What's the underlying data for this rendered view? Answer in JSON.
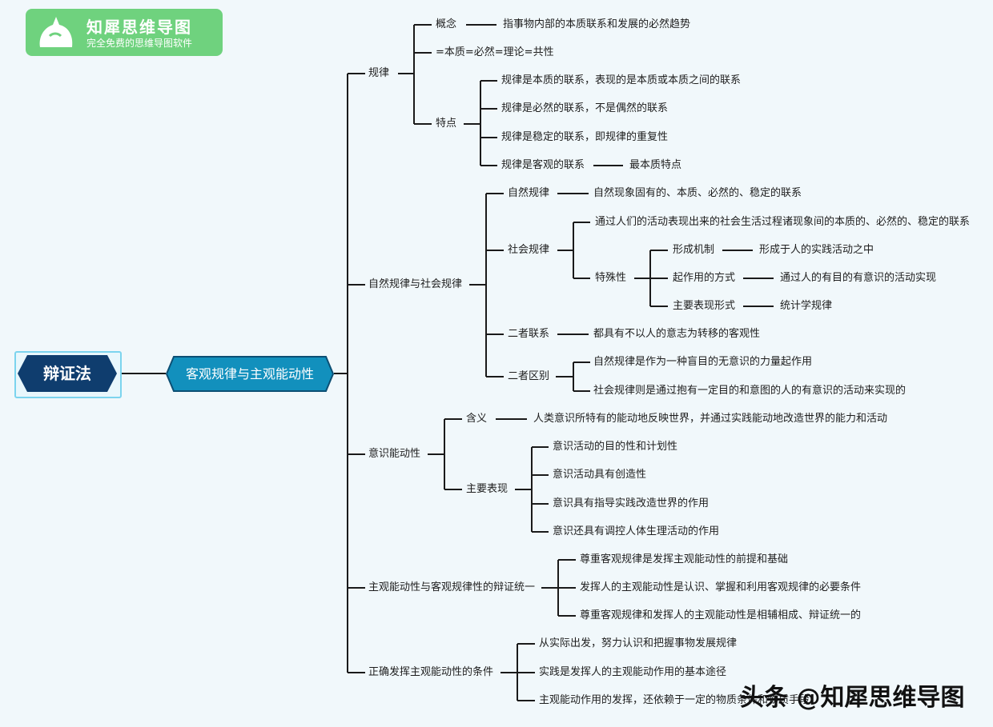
{
  "logo": {
    "title": "知犀思维导图",
    "subtitle": "完全免费的思维导图软件"
  },
  "root": {
    "label": "辩证法"
  },
  "main": {
    "label": "客观规律与主观能动性"
  },
  "b1": {
    "label": "规律",
    "concept": {
      "label": "概念",
      "text": "指事物内部的本质联系和发展的必然趋势"
    },
    "equation": "=本质=必然=理论=共性",
    "features": {
      "label": "特点",
      "items": [
        "规律是本质的联系，表现的是本质或本质之间的联系",
        "规律是必然的联系，不是偶然的联系",
        "规律是稳定的联系，即规律的重复性",
        "规律是客观的联系"
      ],
      "note": "最本质特点"
    }
  },
  "b2": {
    "label": "自然规律与社会规律",
    "natural": {
      "label": "自然规律",
      "text": "自然现象固有的、本质、必然的、稳定的联系"
    },
    "social": {
      "label": "社会规律",
      "text": "通过人们的活动表现出来的社会生活过程诸现象间的本质的、必然的、稳定的联系",
      "special": {
        "label": "特殊性",
        "items": [
          {
            "label": "形成机制",
            "text": "形成于人的实践活动之中"
          },
          {
            "label": "起作用的方式",
            "text": "通过人的有目的有意识的活动实现"
          },
          {
            "label": "主要表现形式",
            "text": "统计学规律"
          }
        ]
      }
    },
    "relation": {
      "label": "二者联系",
      "text": "都具有不以人的意志为转移的客观性"
    },
    "difference": {
      "label": "二者区别",
      "items": [
        "自然规律是作为一种盲目的无意识的力量起作用",
        "社会规律则是通过抱有一定目的和意图的人的有意识的活动来实现的"
      ]
    }
  },
  "b3": {
    "label": "意识能动性",
    "meaning": {
      "label": "含义",
      "text": "人类意识所特有的能动地反映世界，并通过实践能动地改造世界的能力和活动"
    },
    "manifest": {
      "label": "主要表现",
      "items": [
        "意识活动的目的性和计划性",
        "意识活动具有创造性",
        "意识具有指导实践改造世界的作用",
        "意识还具有调控人体生理活动的作用"
      ]
    }
  },
  "b4": {
    "label": "主观能动性与客观规律性的辩证统一",
    "items": [
      "尊重客观规律是发挥主观能动性的前提和基础",
      "发挥人的主观能动性是认识、掌握和利用客观规律的必要条件",
      "尊重客观规律和发挥人的主观能动性是相辅相成、辩证统一的"
    ]
  },
  "b5": {
    "label": "正确发挥主观能动性的条件",
    "items": [
      "从实际出发，努力认识和把握事物发展规律",
      "实践是发挥人的主观能动作用的基本途径",
      "主观能动作用的发挥，还依赖于一定的物质条件和物质手段"
    ]
  },
  "watermark": "头条 @知犀思维导图",
  "colors": {
    "background": "#f1f8fb",
    "root_fill": "#0f3d6e",
    "main_fill": "#1290bd",
    "logo_fill": "#6fd27e",
    "line": "#1a1a1a"
  }
}
